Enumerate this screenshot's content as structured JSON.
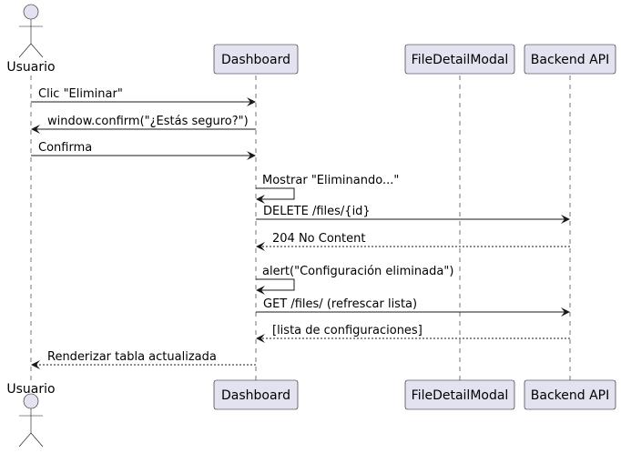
{
  "participants": [
    {
      "id": "usuario",
      "label": "Usuario",
      "kind": "actor"
    },
    {
      "id": "dashboard",
      "label": "Dashboard",
      "kind": "participant"
    },
    {
      "id": "filedetailmodal",
      "label": "FileDetailModal",
      "kind": "participant"
    },
    {
      "id": "backend",
      "label": "Backend API",
      "kind": "participant"
    }
  ],
  "messages": [
    {
      "from": "usuario",
      "to": "dashboard",
      "text": "Clic \"Eliminar\"",
      "style": "solid"
    },
    {
      "from": "dashboard",
      "to": "usuario",
      "text": "window.confirm(\"¿Estás seguro?\")",
      "style": "solid"
    },
    {
      "from": "usuario",
      "to": "dashboard",
      "text": "Confirma",
      "style": "solid"
    },
    {
      "from": "dashboard",
      "to": "dashboard",
      "text": "Mostrar \"Eliminando...\"",
      "style": "solid"
    },
    {
      "from": "dashboard",
      "to": "backend",
      "text": "DELETE /files/{id}",
      "style": "solid"
    },
    {
      "from": "backend",
      "to": "dashboard",
      "text": "204 No Content",
      "style": "dashed"
    },
    {
      "from": "dashboard",
      "to": "dashboard",
      "text": "alert(\"Configuración eliminada\")",
      "style": "solid"
    },
    {
      "from": "dashboard",
      "to": "backend",
      "text": "GET /files/ (refrescar lista)",
      "style": "solid"
    },
    {
      "from": "backend",
      "to": "dashboard",
      "text": "[lista de configuraciones]",
      "style": "dashed"
    },
    {
      "from": "dashboard",
      "to": "usuario",
      "text": "Renderizar tabla actualizada",
      "style": "dashed"
    }
  ],
  "colors": {
    "participant_fill": "#E2E2F0",
    "line": "#181818",
    "text": "#000000"
  }
}
